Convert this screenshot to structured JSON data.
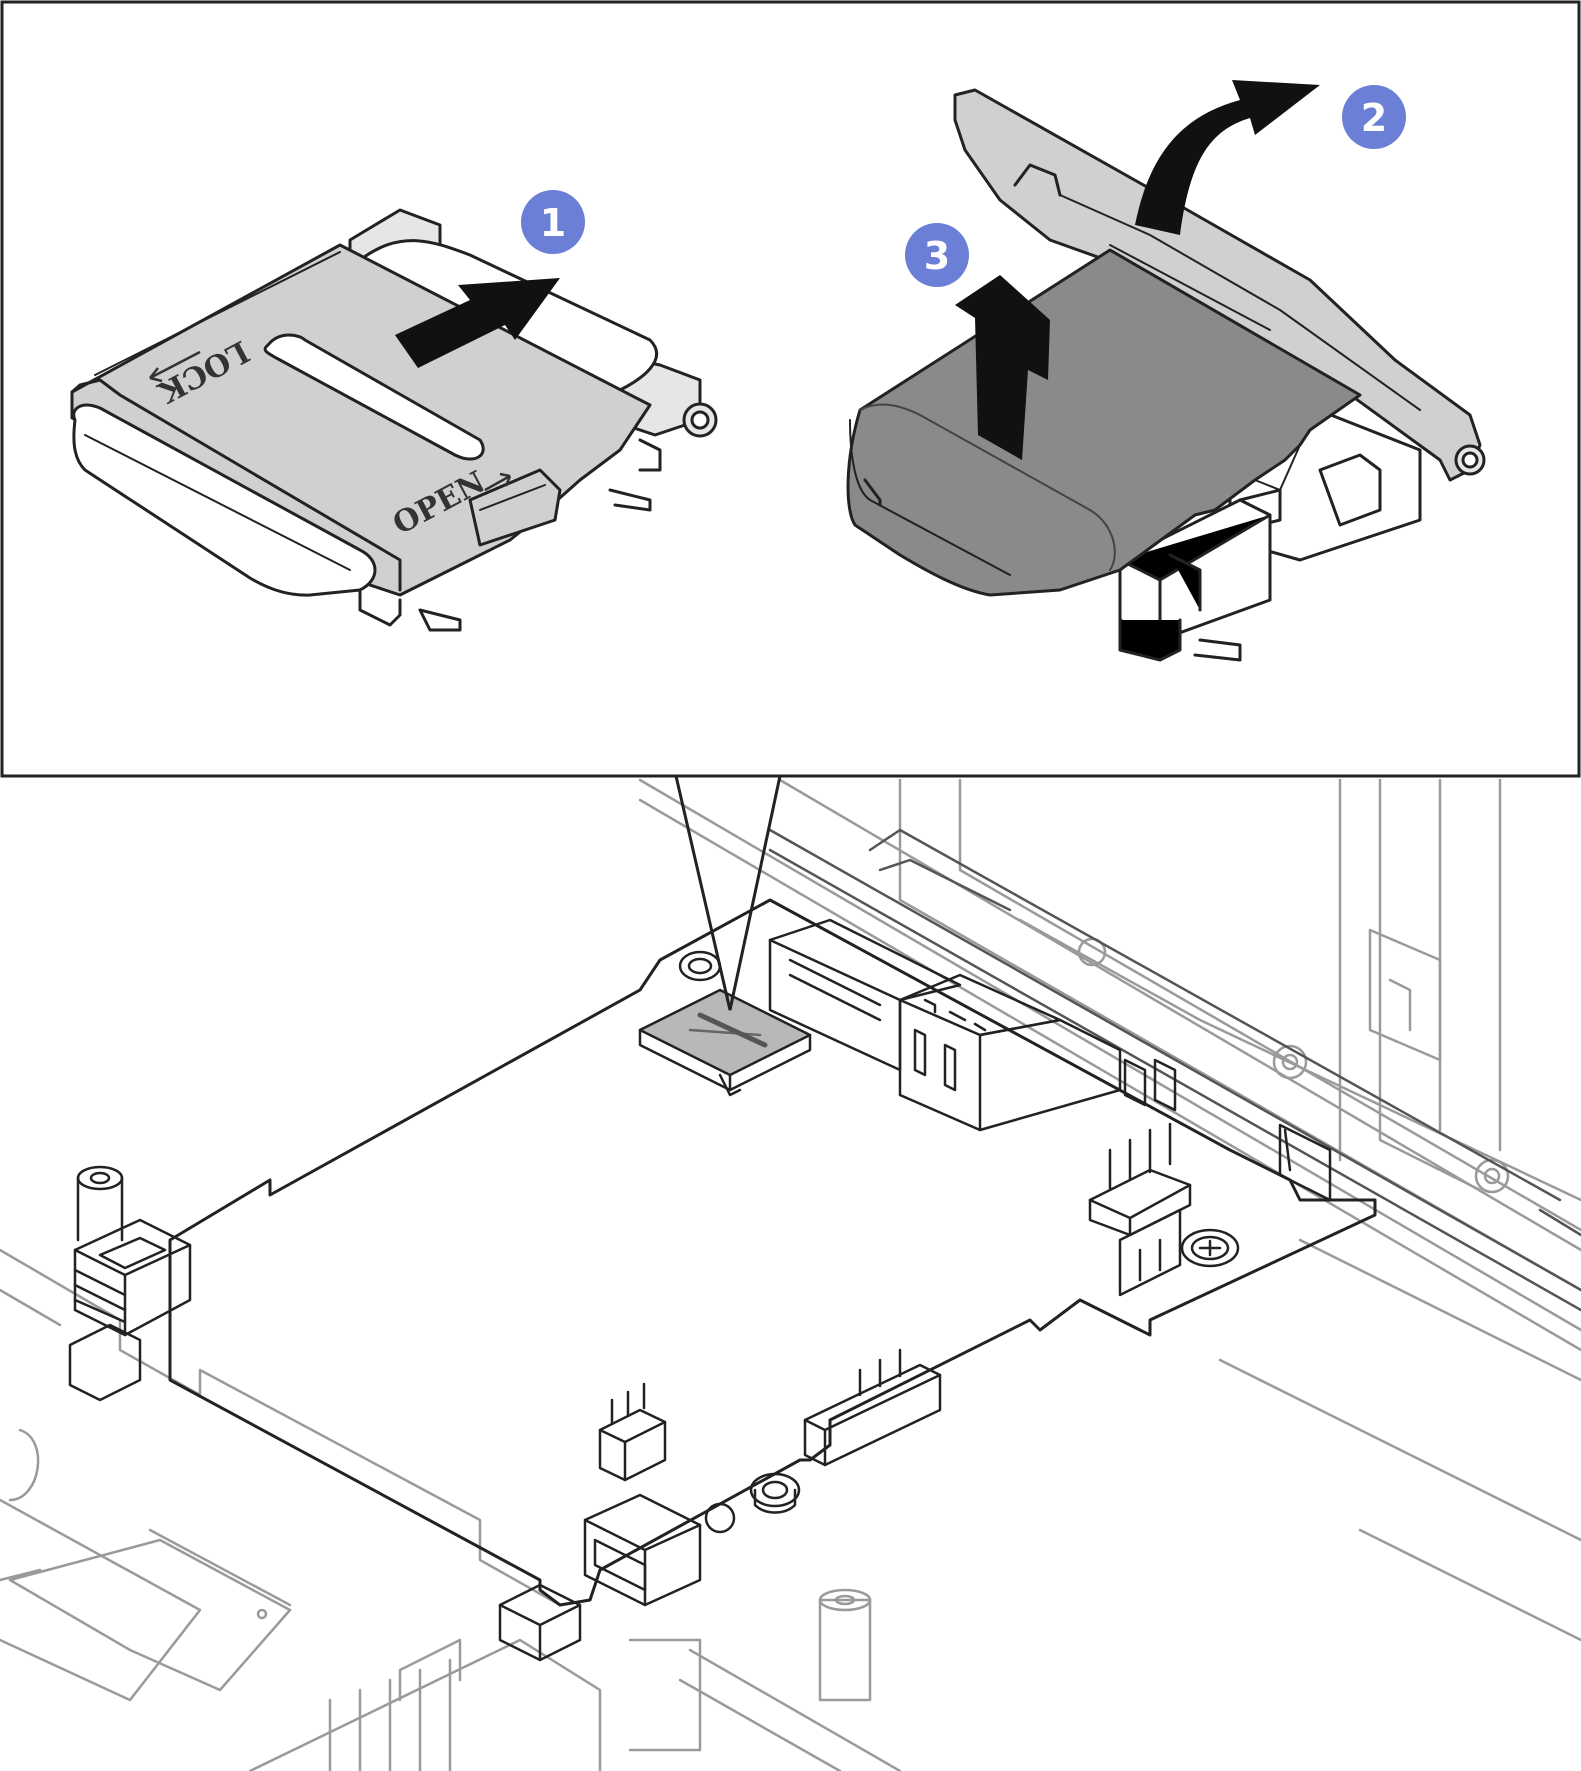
{
  "colors": {
    "step_badge": "#6B7FD7",
    "step_text": "#ffffff",
    "card": "#8A8A8A",
    "card_edge": "#5E5E5E",
    "metal": "#D0D0D0",
    "metal_light": "#E6E6E6",
    "line": "#222222",
    "faint": "#9A9A9A"
  },
  "labels": {
    "lock": "LOCK",
    "open": "OPEN"
  },
  "steps": [
    {
      "id": 1,
      "label": "1"
    },
    {
      "id": 2,
      "label": "2"
    },
    {
      "id": 3,
      "label": "3"
    }
  ]
}
